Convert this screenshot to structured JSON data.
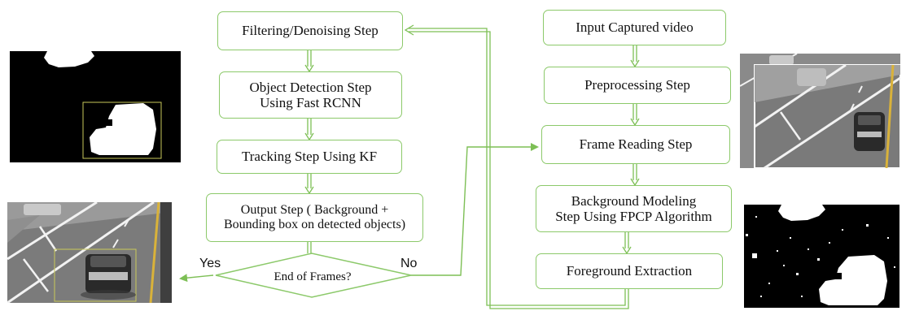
{
  "colors": {
    "box_border": "#8cc96a",
    "arrow": "#7dbf55",
    "mask_black": "#000000",
    "mask_white": "#ffffff",
    "detection_box": "#c8c85a",
    "road": "#7b7b7b",
    "lane_line": "#f2f2f2",
    "barrier": "#d9b23a"
  },
  "left_flow": {
    "filtering": "Filtering/Denoising Step",
    "object_detection": "Object Detection Step\nUsing Fast RCNN",
    "tracking": "Tracking Step Using KF",
    "output": "Output Step ( Background +\nBounding box on detected objects)",
    "decision": "End of Frames?",
    "yes_label": "Yes",
    "no_label": "No"
  },
  "right_flow": {
    "input": "Input Captured video",
    "preprocessing": "Preprocessing Step",
    "frame_reading": "Frame Reading Step",
    "background_modeling": "Background Modeling\nStep Using FPCP Algorithm",
    "foreground": "Foreground Extraction"
  },
  "images": {
    "top_left": "binary-foreground-mask-with-detection-box",
    "bottom_left": "highway-frame-with-detected-car",
    "top_right": "highway-input-frames",
    "bottom_right": "noisy-foreground-mask"
  }
}
